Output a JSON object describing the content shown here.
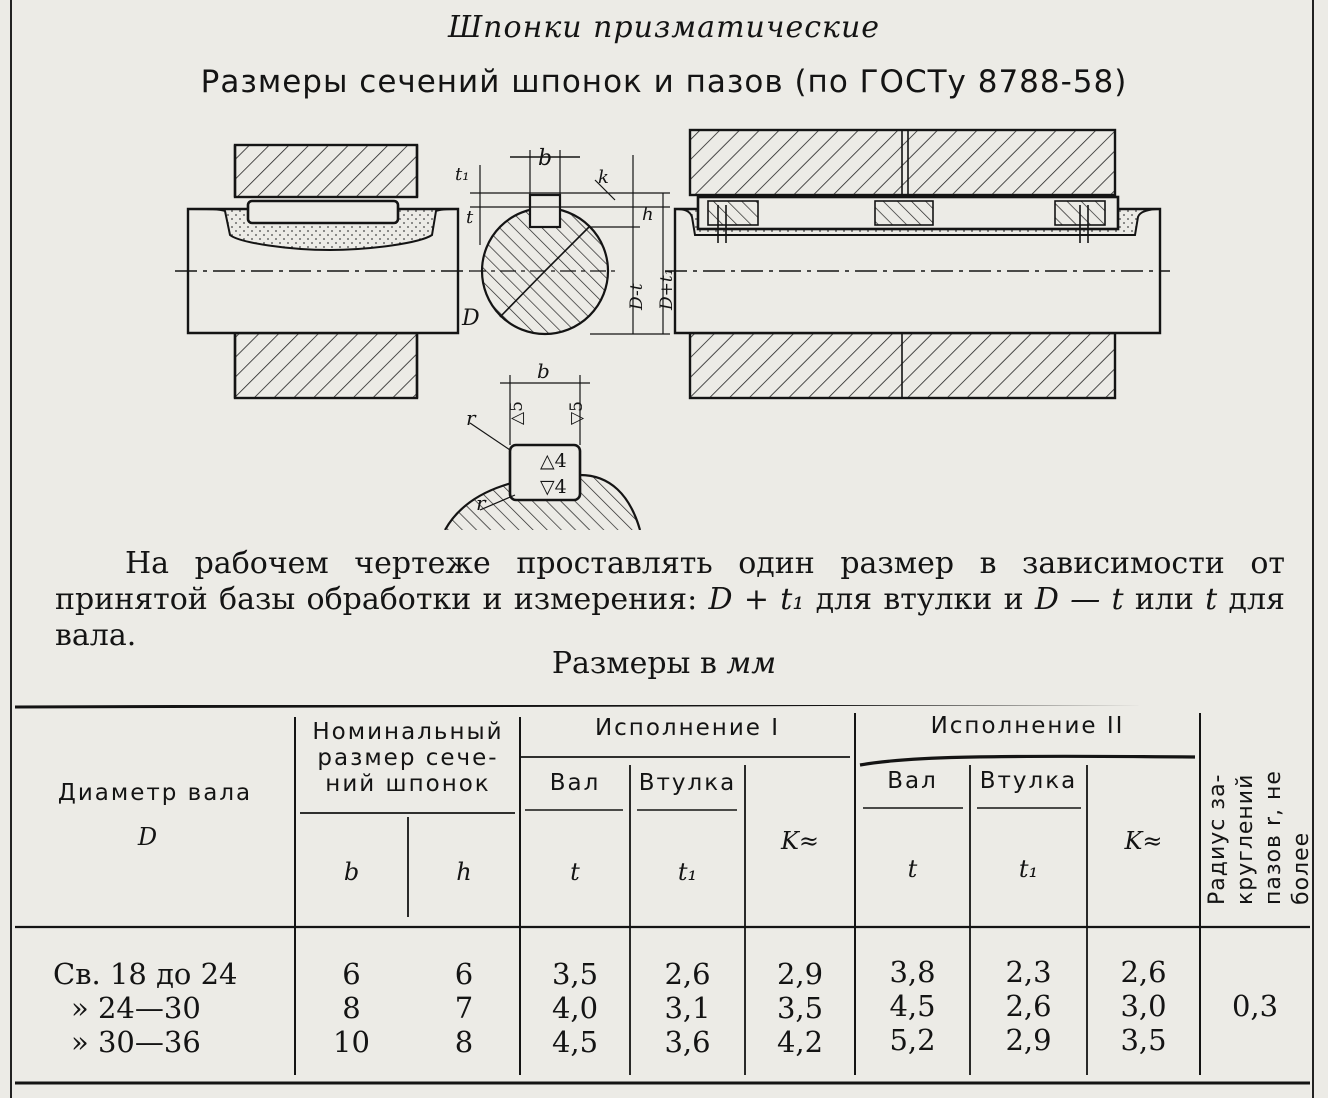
{
  "header": {
    "subtitle": "Шпонки призматические",
    "title": "Размеры сечений шпонок и пазов (по ГОСТу 8788-58)"
  },
  "drawing": {
    "labels": {
      "b": "b",
      "t1": "t₁",
      "k": "k",
      "t": "t",
      "h": "h",
      "d_minus_t": "D-t",
      "d_plus_t1": "D+t₁",
      "D": "D",
      "b2": "b",
      "r_top": "r",
      "r_bottom": "r",
      "rough_left": "△5",
      "rough_right": "▽5",
      "rough_top": "△4",
      "rough_bottom": "▽4"
    }
  },
  "note": {
    "part1": "На рабочем чертеже проставлять один размер в зависимости от принятой базы обработки и измерения: ",
    "f1": "D + t₁",
    "part2": " для втулки и ",
    "f2": "D — t",
    "part3": " или ",
    "f3": "t",
    "part4": " для вала."
  },
  "units": {
    "label": "Размеры в",
    "unit": "мм"
  },
  "table": {
    "col_diameter_1": "Диаметр вала",
    "col_diameter_2": "D",
    "col_nominal_1": "Номинальный",
    "col_nominal_2": "размер сече-",
    "col_nominal_3": "ний шпонок",
    "col_exec1": "Исполнение I",
    "col_exec2": "Исполнение II",
    "col_shaft": "Вал",
    "col_bushing": "Втулка",
    "col_k": "K≈",
    "sym_b": "b",
    "sym_h": "h",
    "sym_t": "t",
    "sym_t1": "t₁",
    "col_radius_1": "Радиус за-",
    "col_radius_2": "круглений",
    "col_radius_3": "пазов r, не",
    "col_radius_4": "более",
    "rows": [
      {
        "range": "Св. 18 до 24",
        "b": "6",
        "h": "6",
        "t": "3,5",
        "t1": "2,6",
        "k": "2,9",
        "t_2": "3,8",
        "t1_2": "2,3",
        "k_2": "2,6"
      },
      {
        "range": "» 24—30",
        "b": "8",
        "h": "7",
        "t": "4,0",
        "t1": "3,1",
        "k": "3,5",
        "t_2": "4,5",
        "t1_2": "2,6",
        "k_2": "3,0"
      },
      {
        "range": "» 30—36",
        "b": "10",
        "h": "8",
        "t": "4,5",
        "t1": "3,6",
        "k": "4,2",
        "t_2": "5,2",
        "t1_2": "2,9",
        "k_2": "3,5"
      }
    ],
    "radius": "0,3"
  }
}
